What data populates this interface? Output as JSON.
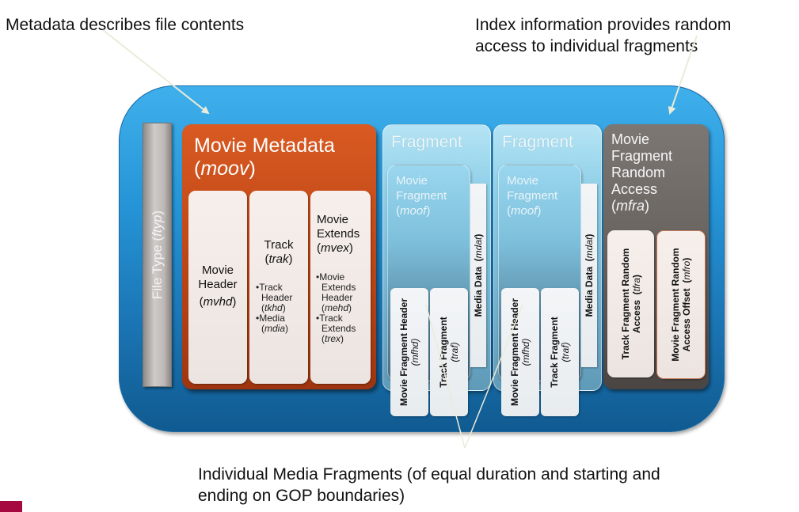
{
  "callouts": {
    "metadata": "Metadata describes file contents",
    "index_line1": "Index information provides random",
    "index_line2": "access to individual fragments",
    "fragments_line1": "Individual Media Fragments (of equal duration and starting and",
    "fragments_line2": "ending on GOP boundaries)"
  },
  "ftyp": {
    "label": "File Type ",
    "code": "ftyp"
  },
  "moov": {
    "title": "Movie Metadata",
    "code": "moov",
    "boxes": {
      "mvhd": {
        "title_line1": "Movie",
        "title_line2": "Header",
        "code": "mvhd"
      },
      "trak": {
        "title": "Track",
        "code": "trak",
        "items": [
          {
            "label_line1": "Track",
            "label_line2": "Header",
            "code": "tkhd"
          },
          {
            "label_line1": "Media",
            "label_line2": "",
            "code": "mdia"
          }
        ]
      },
      "mvex": {
        "title_line1": "Movie",
        "title_line2": "Extends",
        "code": "mvex",
        "items": [
          {
            "label_line1": "Movie",
            "label_line2": "Extends",
            "label_line3": "Header",
            "code": "mehd"
          },
          {
            "label_line1": "Track",
            "label_line2": "Extends",
            "code": "trex"
          }
        ]
      }
    }
  },
  "fragments": [
    {
      "title": "Fragment",
      "moof": {
        "title_line1": "Movie",
        "title_line2": "Fragment",
        "code": "moof"
      },
      "mfhd": {
        "label": "Movie Fragment Header",
        "code": "mfhd"
      },
      "traf": {
        "label": "Track Fragment",
        "code": "traf"
      },
      "mdat": {
        "label": "Media Data",
        "code": "mdat"
      }
    },
    {
      "title": "Fragment",
      "moof": {
        "title_line1": "Movie",
        "title_line2": "Fragment",
        "code": "moof"
      },
      "mfhd": {
        "label": "Movie Fragment Header",
        "code": "mfhd"
      },
      "traf": {
        "label": "Track Fragment",
        "code": "traf"
      },
      "mdat": {
        "label": "Media Data",
        "code": "mdat"
      }
    }
  ],
  "mfra": {
    "title_line1": "Movie",
    "title_line2": "Fragment",
    "title_line3": "Random",
    "title_line4": "Access",
    "code": "mfra",
    "tfra": {
      "label_line1": "Track Fragment Random",
      "label_line2": "Access",
      "code": "tfra"
    },
    "mfro": {
      "label_line1": "Movie Fragment Random",
      "label_line2": "Access Offset",
      "code": "mfro"
    }
  },
  "colors": {
    "container_blue": "#2594d6",
    "moov_orange": "#c44a18",
    "fragment_lightblue": "#8fcfe8",
    "mfra_gray": "#6a6461",
    "ftyp_gray": "#bdb8b5",
    "accent_bar": "#a6093f",
    "arrow": "#ecebd9"
  }
}
